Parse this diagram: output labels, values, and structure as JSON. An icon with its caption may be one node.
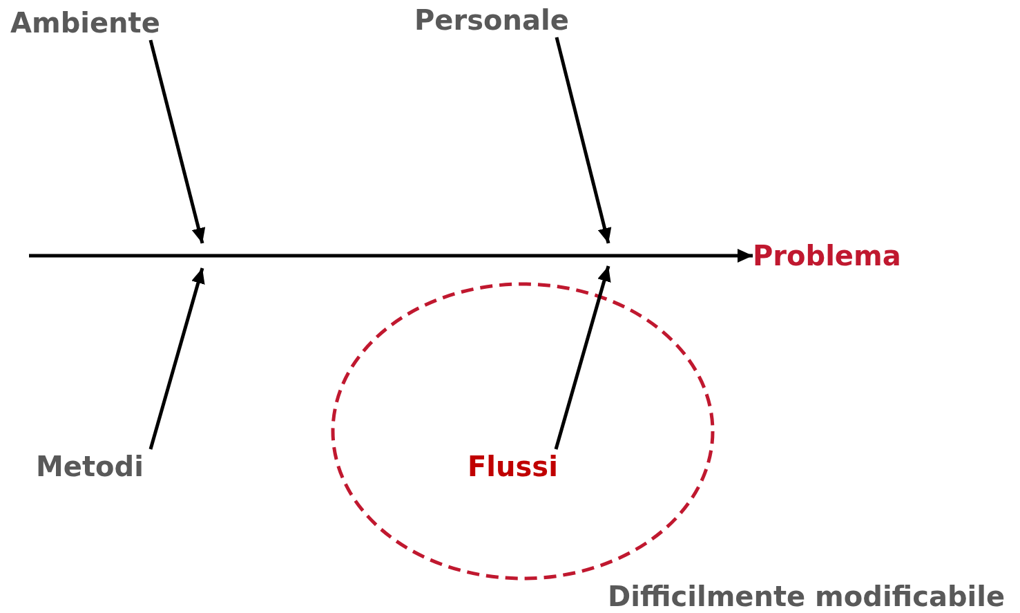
{
  "diagram": {
    "nodes": [
      {
        "text": [
          "Ambiente"
        ]
      },
      {
        "text": [
          "Personale"
        ]
      },
      {
        "text": [
          "Problema"
        ]
      },
      {
        "text": [
          "Metodi"
        ]
      },
      {
        "text": [],
        "shape": "ellipse",
        "beside": [
          "Difficilmente modificabile"
        ]
      },
      {
        "text": [
          "Flussi"
        ],
        "in": 4
      }
    ],
    "edges": [
      {
        "from": null,
        "to": 2,
        "arrow": "to"
      },
      {
        "from": 0,
        "to": null,
        "arrow": "to"
      },
      {
        "from": 1,
        "to": null,
        "arrow": "to"
      },
      {
        "from": 3,
        "to": null,
        "arrow": "to"
      },
      {
        "from": 5,
        "to": null,
        "arrow": "to"
      }
    ]
  }
}
